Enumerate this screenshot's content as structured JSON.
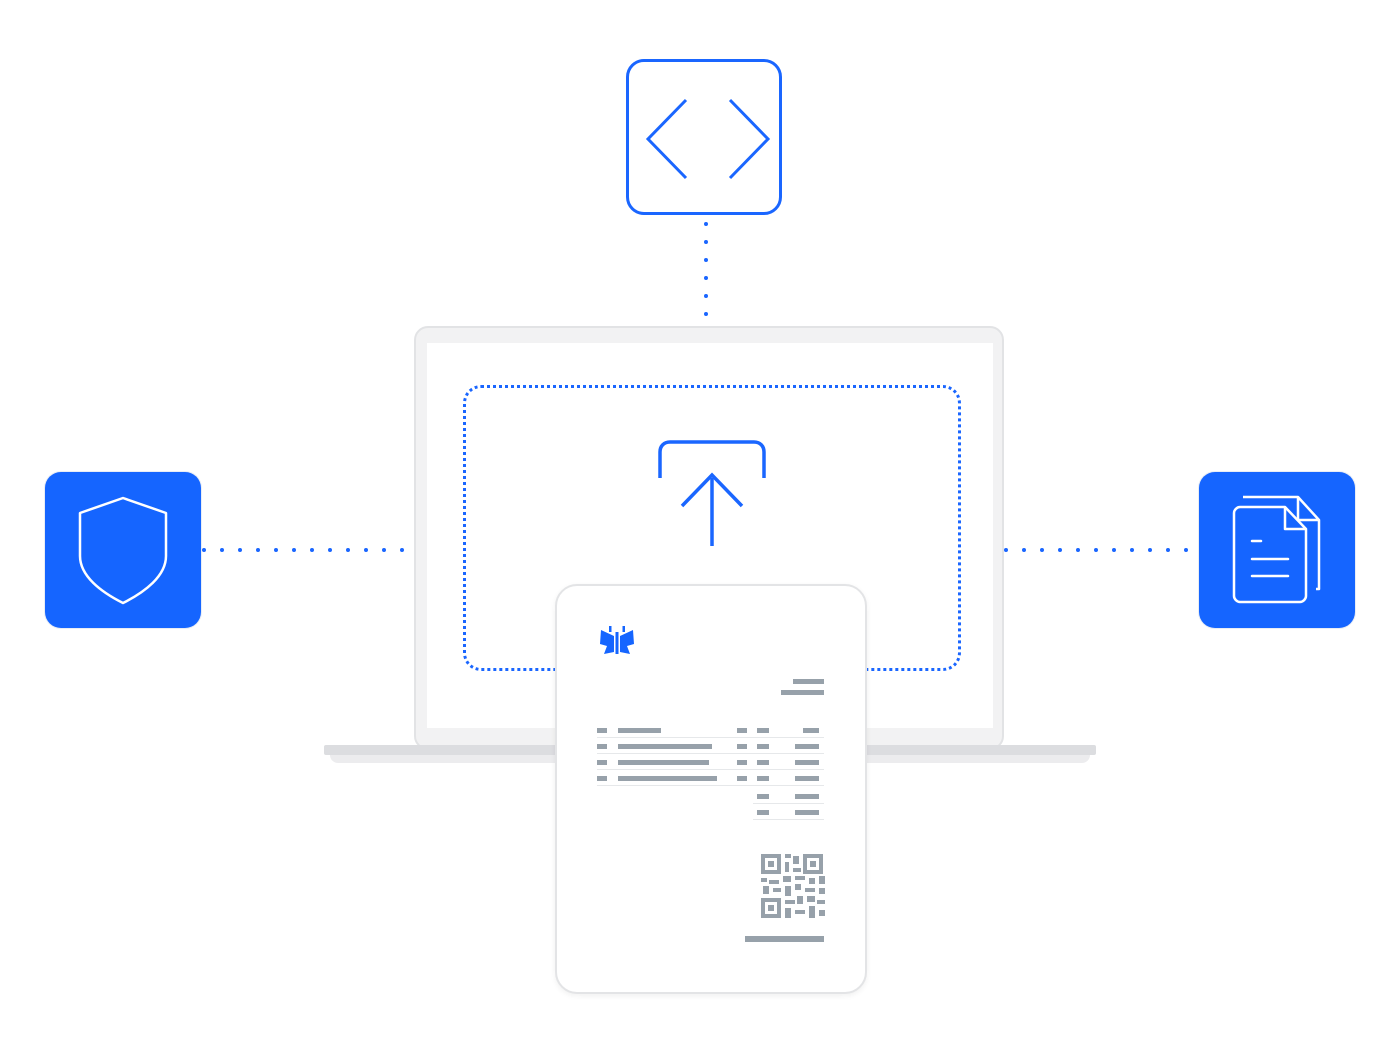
{
  "diagram": {
    "nodes": [
      {
        "id": "code",
        "icon": "code-brackets-icon"
      },
      {
        "id": "security",
        "icon": "shield-icon"
      },
      {
        "id": "documents",
        "icon": "documents-icon"
      },
      {
        "id": "upload",
        "icon": "upload-icon"
      }
    ],
    "edges": [
      {
        "from": "code",
        "to": "laptop",
        "style": "dotted"
      },
      {
        "from": "security",
        "to": "laptop",
        "style": "dotted"
      },
      {
        "from": "laptop",
        "to": "documents",
        "style": "dotted"
      }
    ],
    "receipt": {
      "logo": "butterfly-logo-icon",
      "has_qr_code": true,
      "line_item_count": 4
    }
  },
  "colors": {
    "accent": "#1565ff",
    "outline": "#1a66ff",
    "receipt_text_bars": "#97a1aa",
    "laptop_frame": "#f2f2f3"
  }
}
